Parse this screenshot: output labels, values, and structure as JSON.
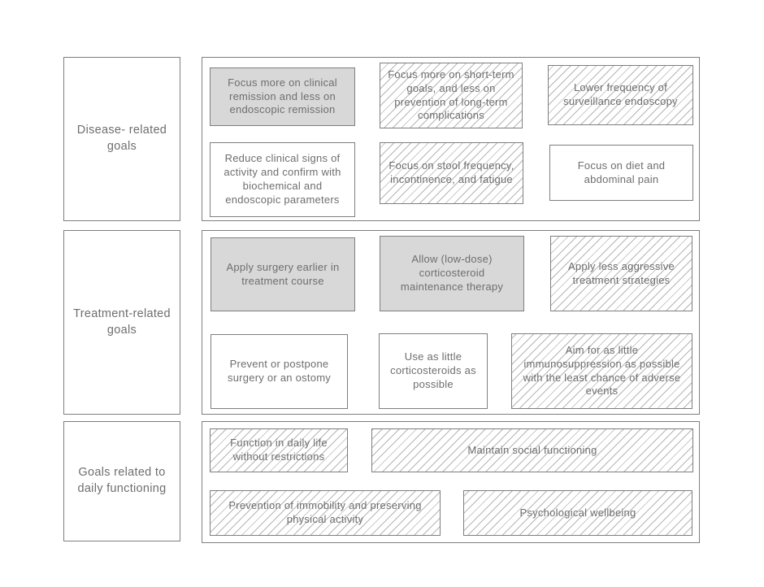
{
  "diagram": {
    "rows": [
      {
        "label": "Disease- related goals",
        "boxes": [
          {
            "text": "Focus more on clinical remission and less on endoscopic remission",
            "style": "filled"
          },
          {
            "text": "Focus more on short-term goals, and less on prevention of long-term complications",
            "style": "hatched"
          },
          {
            "text": "Lower frequency of surveillance endoscopy",
            "style": "hatched"
          },
          {
            "text": "Reduce clinical signs of activity and confirm with biochemical and endoscopic parameters",
            "style": "plain"
          },
          {
            "text": "Focus on stool frequency, incontinence, and fatigue",
            "style": "hatched"
          },
          {
            "text": "Focus on diet and abdominal pain",
            "style": "plain"
          }
        ]
      },
      {
        "label": "Treatment-related goals",
        "boxes": [
          {
            "text": "Apply surgery earlier in treatment course",
            "style": "filled"
          },
          {
            "text": "Allow (low-dose) corticosteroid maintenance therapy",
            "style": "filled"
          },
          {
            "text": "Apply less aggressive treatment strategies",
            "style": "hatched"
          },
          {
            "text": "Prevent or postpone surgery or an ostomy",
            "style": "plain"
          },
          {
            "text": "Use as little corticosteroids as possible",
            "style": "plain"
          },
          {
            "text": "Aim for as little immunosuppression as possible with the least chance of adverse events",
            "style": "hatched"
          }
        ]
      },
      {
        "label": "Goals related to daily functioning",
        "boxes": [
          {
            "text": "Function in daily life without restrictions",
            "style": "hatched"
          },
          {
            "text": "Maintain social functioning",
            "style": "hatched"
          },
          {
            "text": "Prevention of immobility and preserving physical activity",
            "style": "hatched"
          },
          {
            "text": "Psychological wellbeing",
            "style": "hatched"
          }
        ]
      }
    ]
  },
  "colors": {
    "border": "#7e7e7e",
    "filled": "#d8d8d8",
    "hatch": "#b5b5b5",
    "text": "#6e6e6e",
    "background": "#ffffff"
  }
}
